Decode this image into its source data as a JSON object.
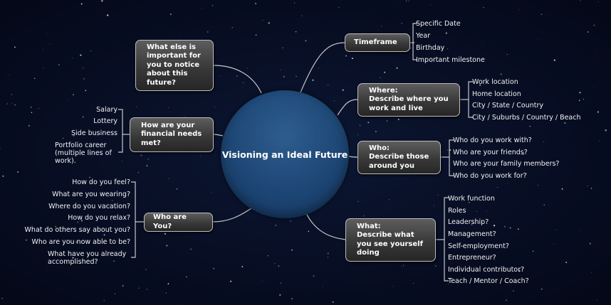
{
  "center": {
    "label": "Visioning an Ideal Future"
  },
  "topics": {
    "timeframe": {
      "label": "Timeframe",
      "items": [
        "Specific Date",
        "Year",
        "Birthday",
        "Important milestone"
      ]
    },
    "where": {
      "label": "Where:\nDescribe where you\nwork and live",
      "items": [
        "Work location",
        "Home location",
        "City / State / Country",
        "City / Suburbs / Country / Beach"
      ]
    },
    "who": {
      "label": "Who:\nDescribe those\naround you",
      "items": [
        "Who do you work with?",
        "Who are your friends?",
        "Who are your family members?",
        "Who do you work for?"
      ]
    },
    "what": {
      "label": "What:\nDescribe what\nyou see yourself\ndoing",
      "items": [
        "Work function",
        "Roles",
        "Leadership?",
        "Management?",
        "Self-employment?",
        "Entrepreneur?",
        "Individual contributor?",
        "Teach / Mentor / Coach?"
      ]
    },
    "notice": {
      "label": "What else is\nimportant for\nyou to notice\nabout this\nfuture?",
      "items": []
    },
    "financial": {
      "label": "How are your\nfinancial needs\nmet?",
      "items": [
        "Salary",
        "Lottery",
        "Side business",
        "Portfolio career\n(multiple lines of\nwork)."
      ]
    },
    "you": {
      "label": "Who are You?",
      "items": [
        "How do you feel?",
        "What are you wearing?",
        "Where do you vacation?",
        "How do you relax?",
        "What do others say about you?",
        "Who are you now able to be?",
        "What have you already\naccomplished?"
      ]
    }
  },
  "colors": {
    "background": "#070d22",
    "center_fill": "#1d4674",
    "node_fill": "#3a3a3a",
    "connector": "#c8c8c8"
  }
}
